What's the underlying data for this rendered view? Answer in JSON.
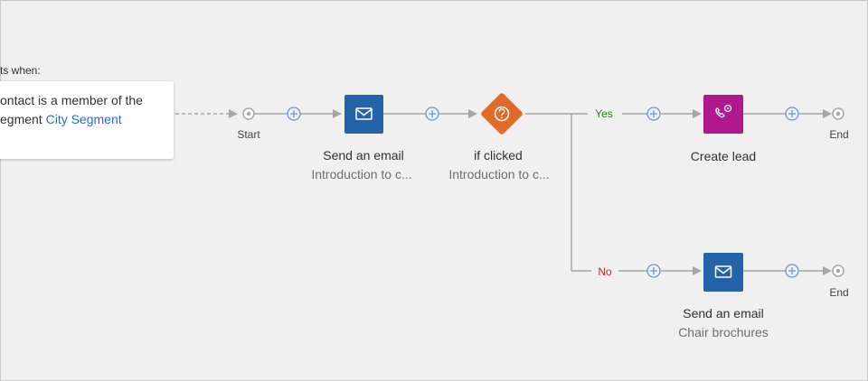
{
  "trigger": {
    "caption": "ts when:",
    "text_line1": "ontact is a member of the",
    "text_line2_prefix": "egment ",
    "segment_link": "City Segment"
  },
  "start": {
    "label": "Start"
  },
  "nodes": {
    "send_email_1": {
      "title": "Send an email",
      "subtitle": "Introduction to c...",
      "icon": "mail-icon",
      "color": "#2563a8"
    },
    "if_clicked": {
      "title": "if clicked",
      "subtitle": "Introduction to c...",
      "icon": "question-icon",
      "color": "#e06a2a"
    },
    "create_lead": {
      "title": "Create lead",
      "icon": "lead-icon",
      "color": "#b0198e"
    },
    "send_email_2": {
      "title": "Send an email",
      "subtitle": "Chair brochures",
      "icon": "mail-icon",
      "color": "#2563a8"
    }
  },
  "branches": {
    "yes": "Yes",
    "no": "No"
  },
  "end": {
    "label_top": "End",
    "label_bottom": "End"
  }
}
